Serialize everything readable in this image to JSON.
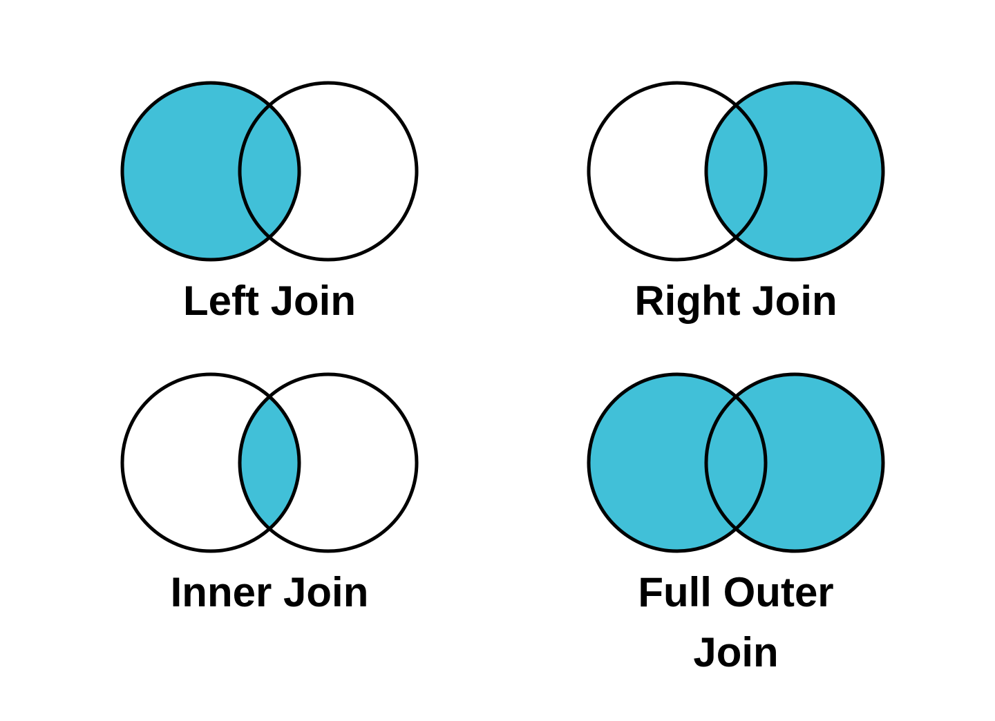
{
  "canvas": {
    "background": "#ffffff"
  },
  "colors": {
    "highlight_fill": "#41C0D8",
    "circle_stroke": "#000000",
    "label_text": "#000000"
  },
  "chart_data": {
    "type": "venn-diagram-set",
    "title": "",
    "diagrams": [
      {
        "id": "left-join",
        "label": "Left Join",
        "shaded": "left",
        "meaning": "entire left circle including intersection is filled"
      },
      {
        "id": "right-join",
        "label": "Right Join",
        "shaded": "right",
        "meaning": "entire right circle including intersection is filled"
      },
      {
        "id": "inner-join",
        "label": "Inner Join",
        "shaded": "intersection",
        "meaning": "only the overlapping lens region is filled"
      },
      {
        "id": "full-outer-join",
        "label": "Full Outer Join",
        "shaded": "both",
        "meaning": "both circles are entirely filled"
      }
    ]
  },
  "diagrams": [
    {
      "id": "left-join",
      "label": "Left Join",
      "shaded": "left"
    },
    {
      "id": "right-join",
      "label": "Right Join",
      "shaded": "right"
    },
    {
      "id": "inner-join",
      "label": "Inner Join",
      "shaded": "intersection"
    },
    {
      "id": "full-outer-join",
      "label": "Full Outer Join",
      "shaded": "both"
    }
  ]
}
